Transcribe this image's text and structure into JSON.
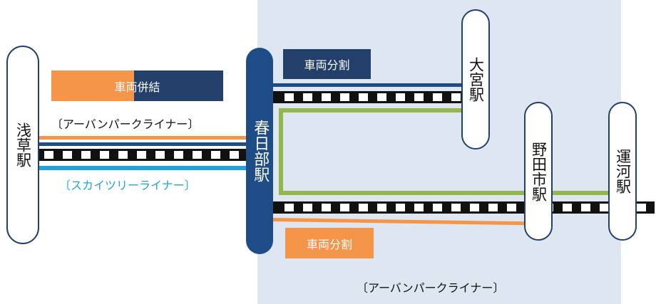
{
  "colors": {
    "orange": "#f5954a",
    "navy": "#1e4c86",
    "dark_navy": "#23406a",
    "light_blue": "#1ea3dc",
    "green": "#92b84a",
    "zone_bg": "#dde6f1"
  },
  "stations": {
    "asakusa": "浅草駅",
    "kasukabe": "春日部駅",
    "omiya": "大宮駅",
    "nodashi": "野田市駅",
    "unga": "運河駅"
  },
  "badges": {
    "coupling": "車両併結",
    "split_top": "車両分割",
    "split_bottom": "車両分割"
  },
  "captions": {
    "urban_park_left": "〔アーバンパークライナー〕",
    "skytree": "〔スカイツリーライナー〕",
    "urban_park_bottom": "〔アーバンパークライナー〕"
  }
}
